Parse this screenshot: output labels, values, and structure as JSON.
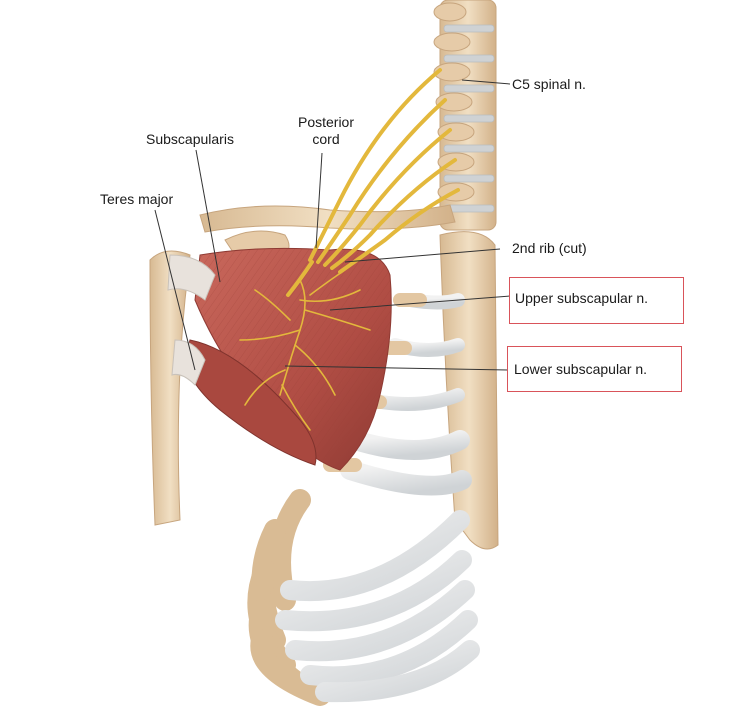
{
  "labels": {
    "c5": "C5 spinal n.",
    "posterior_cord_1": "Posterior",
    "posterior_cord_2": "cord",
    "subscapularis": "Subscapularis",
    "teres_major": "Teres major",
    "rib2": "2nd rib (cut)",
    "upper_subscapular": "Upper subscapular n.",
    "lower_subscapular": "Lower subscapular n."
  },
  "colors": {
    "bone": "#e9d3b4",
    "bone_shadow": "#cfae86",
    "muscle": "#b8544a",
    "muscle_dark": "#8e3a33",
    "nerve": "#e3b83c",
    "cartilage": "#e8eaec",
    "highlight_box": "#d9535a",
    "leader": "#333333"
  }
}
